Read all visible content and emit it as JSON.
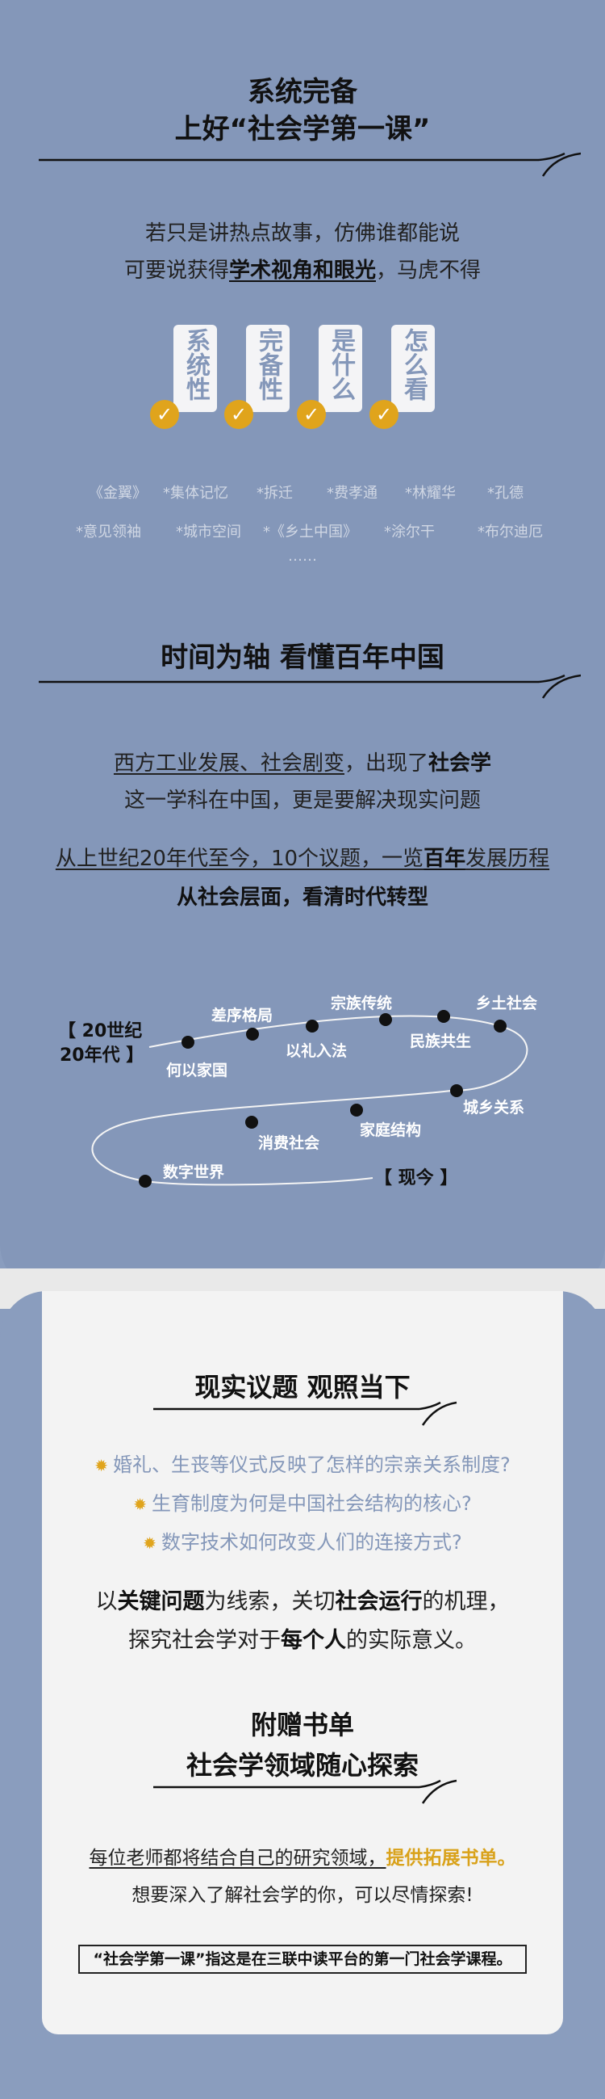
{
  "section1": {
    "title_line1": "系统完备",
    "title_line2": "上好“社会学第一课”",
    "intro_line1": "若只是讲热点故事，仿佛谁都能说",
    "intro_line2_pre": "可要说获得",
    "intro_line2_bold": "学术视角和眼光",
    "intro_line2_post": "，马虎不得",
    "cards": [
      "系统性",
      "完备性",
      "是什么",
      "怎么看"
    ],
    "tags_row1": [
      "《金翼》",
      "*集体记忆",
      "*拆迁",
      "*费孝通",
      "*林耀华",
      "*孔德"
    ],
    "tags_row2": [
      "*意见领袖",
      "*城市空间",
      "*《乡土中国》",
      "*涂尔干",
      "*布尔迪厄"
    ],
    "ellipsis": "……"
  },
  "section2": {
    "title": "时间为轴  看懂百年中国",
    "p1_line1_u": "西方工业发展、社会剧变",
    "p1_line1_mid": "，出现了",
    "p1_line1_bold": "社会学",
    "p1_line2": "这一学科在中国，更是要解决现实问题",
    "p2_line1_u_a": "从上世纪20年代至今，10个议题，一览",
    "p2_line1_bold": "百年",
    "p2_line1_u_b": "发展历程",
    "p2_line2": "从社会层面，看清时代转型",
    "start_mark_line1": "【 20世纪",
    "start_mark_line2": "20年代 】",
    "end_mark": "【 现今 】",
    "timeline_labels": [
      "何以家国",
      "差序格局",
      "以礼入法",
      "宗族传统",
      "民族共生",
      "乡土社会",
      "城乡关系",
      "家庭结构",
      "消费社会",
      "数字世界"
    ]
  },
  "section3": {
    "title": "现实议题  观照当下",
    "bullets": [
      "婚礼、生丧等仪式反映了怎样的宗亲关系制度?",
      "生育制度为何是中国社会结构的核心?",
      "数字技术如何改变人们的连接方式?"
    ],
    "p_line1_a": "以",
    "p_line1_b": "关键问题",
    "p_line1_c": "为线索，关切",
    "p_line1_d": "社会运行",
    "p_line1_e": "的机理，",
    "p_line2_a": "探究社会学对于",
    "p_line2_b": "每个人",
    "p_line2_c": "的实际意义。"
  },
  "section4": {
    "title_line1": "附赠书单",
    "title_line2": "社会学领域随心探索",
    "line1_u": "每位老师都将结合自己的研究领域，",
    "line1_hl": "提供拓展书单。",
    "line2": "想要深入了解社会学的你，可以尽情探索!",
    "note": "“社会学第一课”指这是在三联中读平台的第一门社会学课程。"
  },
  "colors": {
    "page_blue": "#8497b9",
    "accent_gold": "#e0a41c",
    "panel": "#f3f3f3"
  },
  "icons": {
    "check": "check-icon",
    "bullet": "sun-bullet-icon"
  }
}
